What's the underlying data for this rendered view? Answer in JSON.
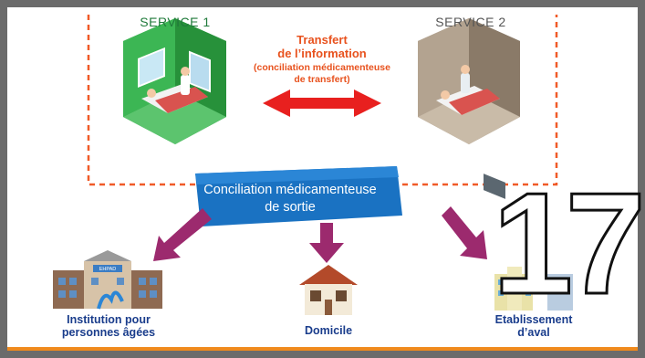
{
  "services": {
    "service1": "SERVICE 1",
    "service2": "SERVICE 2"
  },
  "transfer": {
    "line1": "Transfert",
    "line2": "de l’information",
    "line3": "(conciliation médicamenteuse",
    "line4": "de transfert)"
  },
  "discharge": {
    "line1": "Conciliation médicamenteuse",
    "line2": "de sortie"
  },
  "destinations": {
    "institution_line1": "Institution pour",
    "institution_line2": "personnes âgées",
    "institution_sign": "EHPAD",
    "home": "Domicile",
    "facility_line1": "Etablissement",
    "facility_line2": "d’aval"
  },
  "overlay_number": "17",
  "colors": {
    "dashed_border": "#f05a28",
    "transfer_arrow": "#e8201f",
    "discharge_arrows": "#9c2a6e",
    "banner": "#1a72c2",
    "label_blue": "#1a3d8c",
    "room1_green": "#2ea043",
    "room2_taupe": "#9b8b78"
  }
}
